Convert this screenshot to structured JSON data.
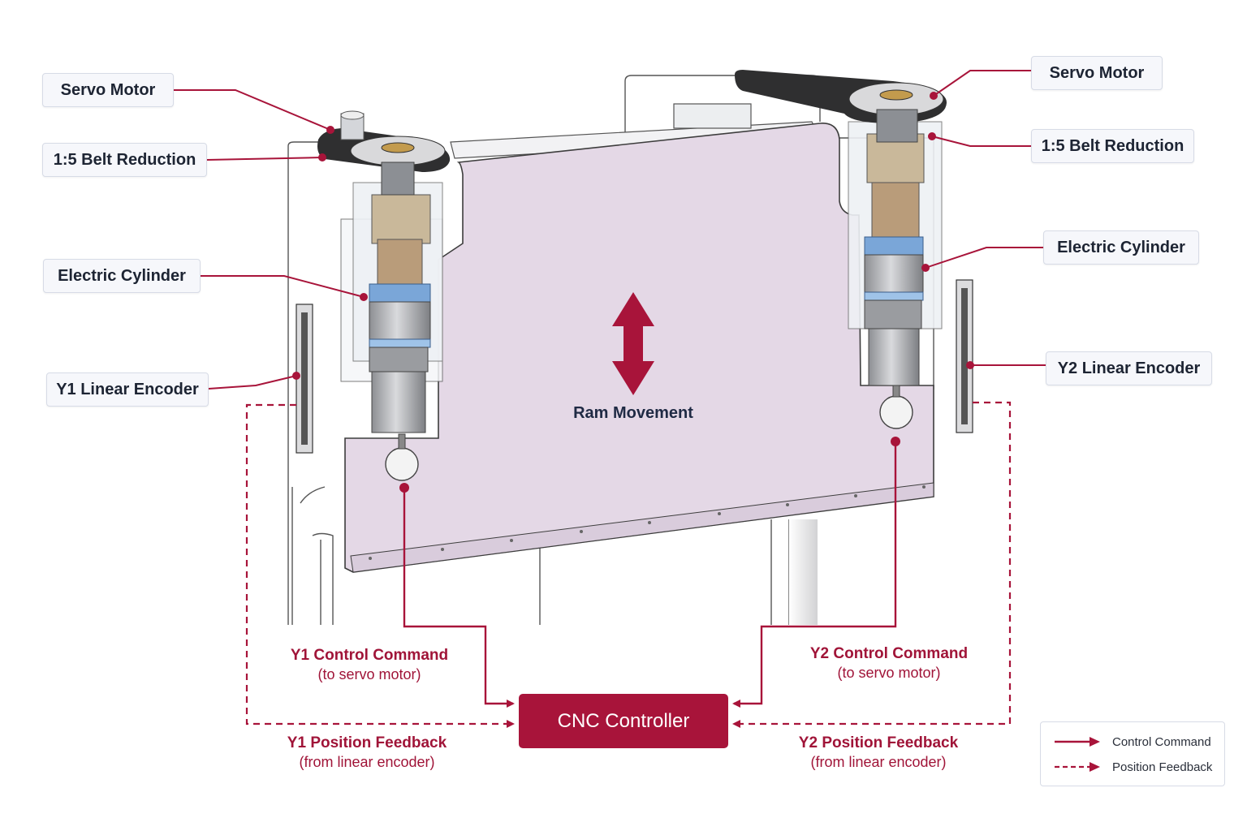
{
  "labels": {
    "servo_motor_left": "Servo Motor",
    "belt_reduction_left": "1:5 Belt Reduction",
    "electric_cylinder_left": "Electric Cylinder",
    "y1_linear_encoder": "Y1 Linear Encoder",
    "servo_motor_right": "Servo Motor",
    "belt_reduction_right": "1:5 Belt Reduction",
    "electric_cylinder_right": "Electric Cylinder",
    "y2_linear_encoder": "Y2 Linear Encoder",
    "ram_movement": "Ram Movement"
  },
  "signals": {
    "y1_control": {
      "title": "Y1 Control Command",
      "sub": "(to servo motor)"
    },
    "y2_control": {
      "title": "Y2 Control Command",
      "sub": "(to servo motor)"
    },
    "y1_feedback": {
      "title": "Y1 Position Feedback",
      "sub": "(from linear encoder)"
    },
    "y2_feedback": {
      "title": "Y2 Position Feedback",
      "sub": "(from linear encoder)"
    }
  },
  "controller": {
    "label": "CNC Controller"
  },
  "legend": {
    "control_command": "Control Command",
    "position_feedback": "Position Feedback"
  },
  "colors": {
    "accent": "#a8143a",
    "ram_panel": "#e4d8e6",
    "frame_outline": "#4a4a4a",
    "callout_bg": "#f6f7fb"
  }
}
